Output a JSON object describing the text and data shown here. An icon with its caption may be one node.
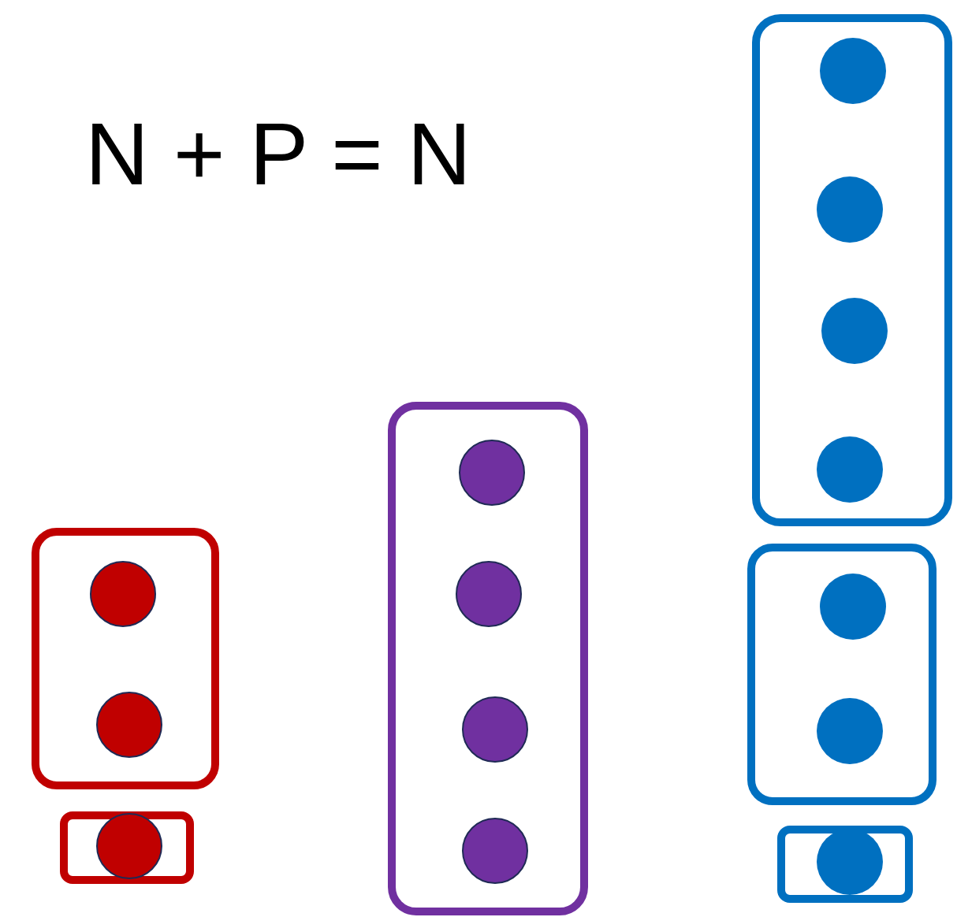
{
  "diagram": {
    "title": "N + P = N",
    "nodes": [
      {
        "text": [],
        "shape": "box"
      },
      {
        "text": [],
        "shape": "circle",
        "in": 0
      },
      {
        "text": [],
        "shape": "circle",
        "in": 0
      },
      {
        "text": [],
        "shape": "box"
      },
      {
        "text": [],
        "shape": "circle",
        "in": 3
      },
      {
        "text": [],
        "shape": "box"
      },
      {
        "text": [],
        "shape": "circle",
        "in": 5
      },
      {
        "text": [],
        "shape": "circle",
        "in": 5
      },
      {
        "text": [],
        "shape": "circle",
        "in": 5
      },
      {
        "text": [],
        "shape": "circle",
        "in": 5
      },
      {
        "text": [],
        "shape": "box"
      },
      {
        "text": [],
        "shape": "circle",
        "in": 10
      },
      {
        "text": [],
        "shape": "circle",
        "in": 10
      },
      {
        "text": [],
        "shape": "circle",
        "in": 10
      },
      {
        "text": [],
        "shape": "circle",
        "in": 10
      },
      {
        "text": [],
        "shape": "box"
      },
      {
        "text": [],
        "shape": "circle",
        "in": 15
      },
      {
        "text": [],
        "shape": "circle",
        "in": 15
      },
      {
        "text": [],
        "shape": "box"
      },
      {
        "text": [],
        "shape": "circle",
        "in": 18
      }
    ]
  }
}
